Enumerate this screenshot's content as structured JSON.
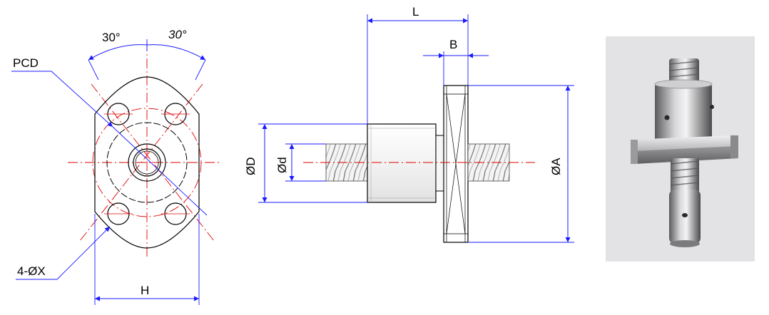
{
  "labels": {
    "angle_left": "30°",
    "angle_right": "30°",
    "pcd": "PCD",
    "holes": "4-ØX",
    "width": "H",
    "length": "L",
    "flange_thickness": "B",
    "body_diameter": "ØD",
    "screw_diameter": "Ød",
    "flange_diameter": "ØA"
  },
  "colors": {
    "outline": "#000000",
    "dimension": "#1a1aff",
    "centerline": "#e00000",
    "photo_background": "#e3e3e5"
  },
  "photo": {
    "subject": "ball-screw-nut-with-square-flange-photo"
  }
}
